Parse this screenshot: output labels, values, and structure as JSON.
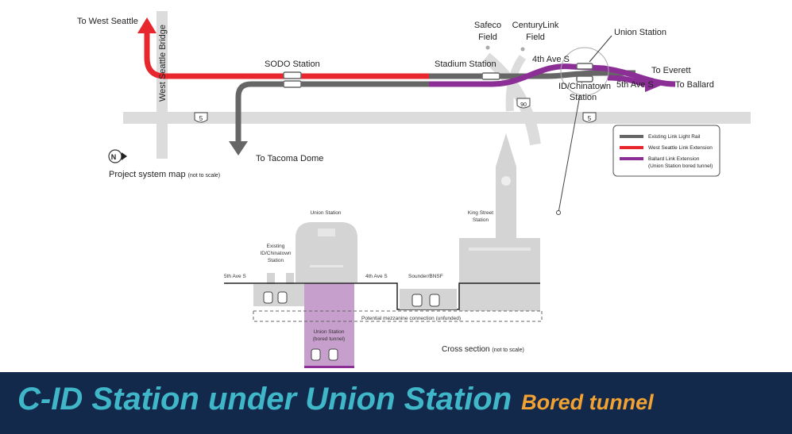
{
  "map": {
    "to_west_seattle": "To West Seattle",
    "west_seattle_bridge": "West Seattle Bridge",
    "sodo_station": "SODO Station",
    "stadium_station": "Stadium Station",
    "safeco_field": [
      "Safeco",
      "Field"
    ],
    "centurylink_field": [
      "CenturyLink",
      "Field"
    ],
    "union_station": "Union Station",
    "fourth_ave_s": "4th Ave S",
    "to_everett": "To Everett",
    "fifth_ave_s": "5th Ave S",
    "to_ballard": "To Ballard",
    "id_chinatown_station": [
      "ID/Chinatown",
      "Station"
    ],
    "i90_shield": "90",
    "i5_shield": "5",
    "to_tacoma_dome": "To Tacoma Dome",
    "north_marker": "N",
    "caption": "Project system map",
    "caption_note": "(not to scale)"
  },
  "legend": {
    "items": [
      {
        "label": "Existing Link Light Rail",
        "color": "#666666"
      },
      {
        "label": "West Seattle Link Extension",
        "color": "#e8262d"
      },
      {
        "label": "Ballard Link Extension",
        "sublabel": "(Union Station bored tunnel)",
        "color": "#8b2f97"
      }
    ]
  },
  "cross_section": {
    "union_station": "Union Station",
    "existing_id_chinatown": [
      "Existing",
      "ID/Chinatown",
      "Station"
    ],
    "king_street_station": [
      "King Street",
      "Station"
    ],
    "fifth_ave_s": "5th Ave S",
    "fourth_ave_s": "4th Ave S",
    "sounder_bnsf": "Sounder/BNSF",
    "mezzanine": "Potential mezzanine connection (unfunded)",
    "union_station_bored": [
      "Union Station",
      "(bored tunnel)"
    ],
    "caption": "Cross section",
    "caption_note": "(not to scale)"
  },
  "banner": {
    "title": "C-ID Station under Union Station",
    "subtitle": "Bored tunnel"
  },
  "colors": {
    "existing": "#666666",
    "west_seattle": "#e8262d",
    "ballard": "#8b2f97",
    "road": "#dcdcdc",
    "banner_bg": "#13294b",
    "title": "#3fb7c9",
    "subtitle": "#f2a232"
  }
}
